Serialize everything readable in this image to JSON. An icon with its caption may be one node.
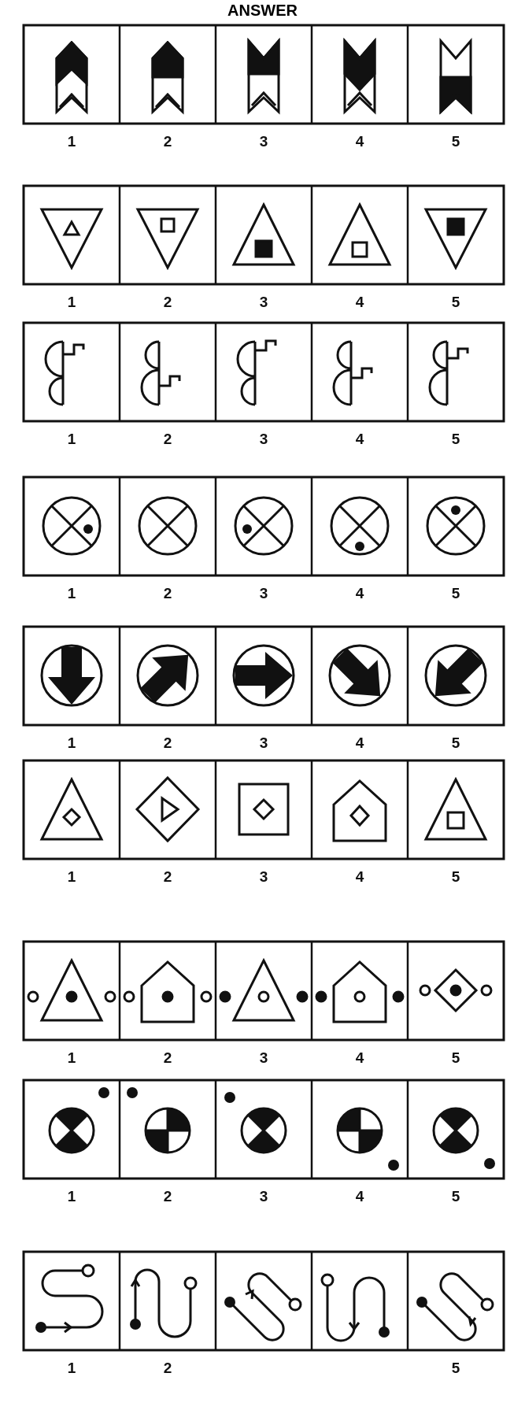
{
  "diagram": {
    "title": "ANSWER",
    "labels": [
      "1",
      "2",
      "3",
      "4",
      "5",
      "1",
      "2",
      "3",
      "4",
      "5",
      "1",
      "2",
      "3",
      "4",
      "5",
      "1",
      "2",
      "3",
      "4",
      "5",
      "1",
      "2",
      "3",
      "4",
      "5",
      "1",
      "2",
      "3",
      "4",
      "5",
      "1",
      "2",
      "3",
      "4",
      "5",
      "1",
      "2",
      "3",
      "4",
      "5",
      "1",
      "2",
      "5"
    ]
  }
}
